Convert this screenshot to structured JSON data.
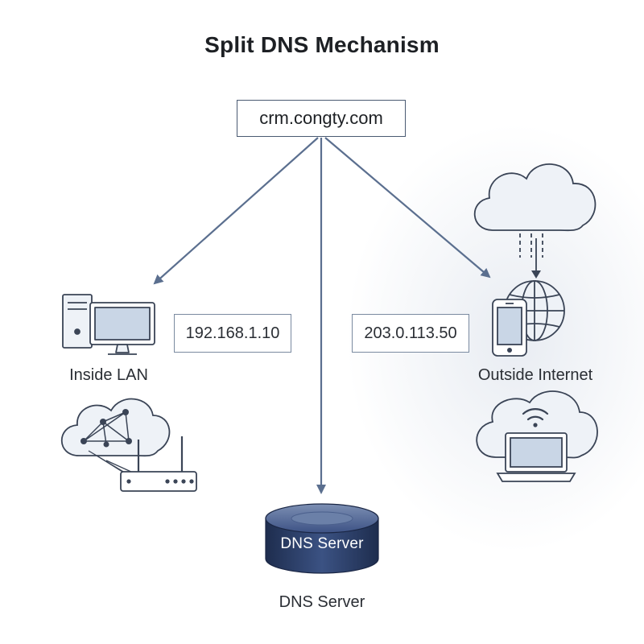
{
  "title": "Split DNS Mechanism",
  "domain": "crm.congty.com",
  "internal_ip": "192.168.1.10",
  "external_ip": "203.0.113.50",
  "labels": {
    "inside": "Inside LAN",
    "outside": "Outside Internet",
    "dns_server": "DNS Server",
    "dns_cylinder": "DNS Server"
  },
  "colors": {
    "arrow": "#5b6f8f",
    "icon_stroke": "#3a4456",
    "icon_fill": "#eef2f7",
    "screen_fill": "#c9d6e6",
    "cylinder": "#2c3f66"
  },
  "icons": [
    "desktop-computer-icon",
    "network-cloud-icon",
    "router-icon",
    "cloud-icon",
    "globe-icon",
    "smartphone-icon",
    "wifi-icon",
    "laptop-icon",
    "database-cylinder-icon"
  ]
}
